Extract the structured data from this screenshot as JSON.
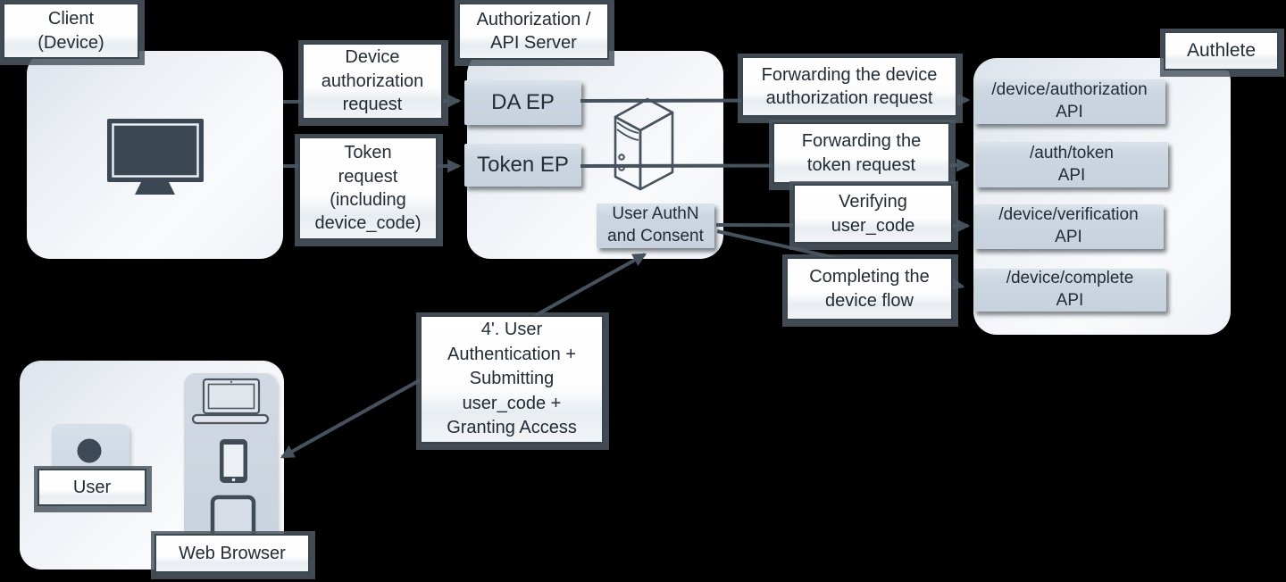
{
  "client": {
    "label": "Client\n(Device)"
  },
  "client_arrows": {
    "device_auth_request": "Device\nauthorization\nrequest",
    "token_request": "Token\nrequest\n(including\ndevice_code)"
  },
  "auth_server": {
    "label": "Authorization /\nAPI Server",
    "da_ep": "DA EP",
    "token_ep": "Token EP",
    "user_authn": "User AuthN\nand Consent"
  },
  "server_arrows": {
    "fwd_device_auth": "Forwarding the device\nauthorization request",
    "fwd_token": "Forwarding the\ntoken request",
    "verifying": "Verifying\nuser_code",
    "completing": "Completing the\ndevice flow"
  },
  "authlete": {
    "label": "Authlete",
    "apis": [
      "/device/authorization\nAPI",
      "/auth/token\nAPI",
      "/device/verification\nAPI",
      "/device/complete\nAPI"
    ]
  },
  "user_flow": {
    "annotation": "4'. User\nAuthentication +\nSubmitting\nuser_code +\nGranting Access"
  },
  "user_panel": {
    "user": "User",
    "web_browser": "Web Browser"
  },
  "colors": {
    "background": "#000000",
    "arrow": "#45515c",
    "node_fill": "#ccd6e1",
    "container_fill": "#eef2f6",
    "label_border": "#3a454f",
    "label_shadow": "#4e5862",
    "icon_dark": "#3b4854"
  }
}
